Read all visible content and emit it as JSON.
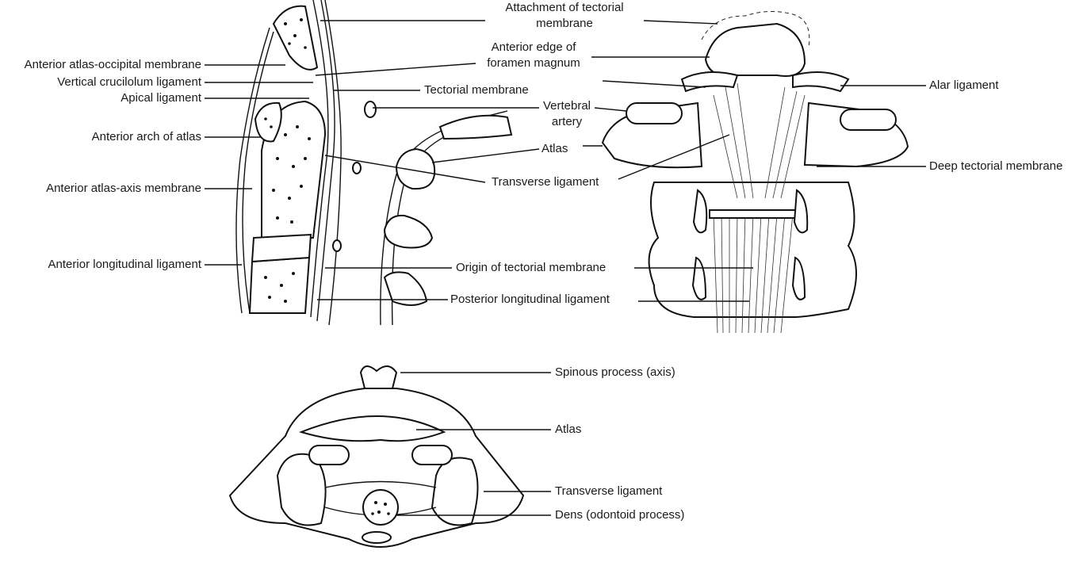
{
  "labels": {
    "anterior_atlas_occipital_membrane": "Anterior atlas-occipital membrane",
    "vertical_cruciform_ligament": "Vertical crucilolum ligament",
    "apical_ligament": "Apical ligament",
    "anterior_arch_of_atlas": "Anterior arch of atlas",
    "anterior_atlas_axis_membrane": "Anterior atlas-axis membrane",
    "anterior_longitudinal_ligament": "Anterior longitudinal ligament",
    "attachment_tectorial_1": "Attachment of tectorial",
    "attachment_tectorial_2": "membrane",
    "anterior_edge_1": "Anterior edge of",
    "anterior_edge_2": "foramen magnum",
    "tectorial_membrane": "Tectorial membrane",
    "vertebral_artery_1": "Vertebral",
    "vertebral_artery_2": "artery",
    "atlas_mid": "Atlas",
    "transverse_ligament_mid": "Transverse ligament",
    "origin_tectorial": "Origin of tectorial membrane",
    "posterior_longitudinal": "Posterior longitudinal ligament",
    "alar_ligament": "Alar ligament",
    "deep_tectorial": "Deep tectorial membrane",
    "spinous_process": "Spinous process (axis)",
    "atlas_bottom": "Atlas",
    "transverse_ligament_bottom": "Transverse ligament",
    "dens": "Dens (odontoid process)"
  },
  "colors": {
    "ink": "#111111",
    "background": "#ffffff"
  }
}
